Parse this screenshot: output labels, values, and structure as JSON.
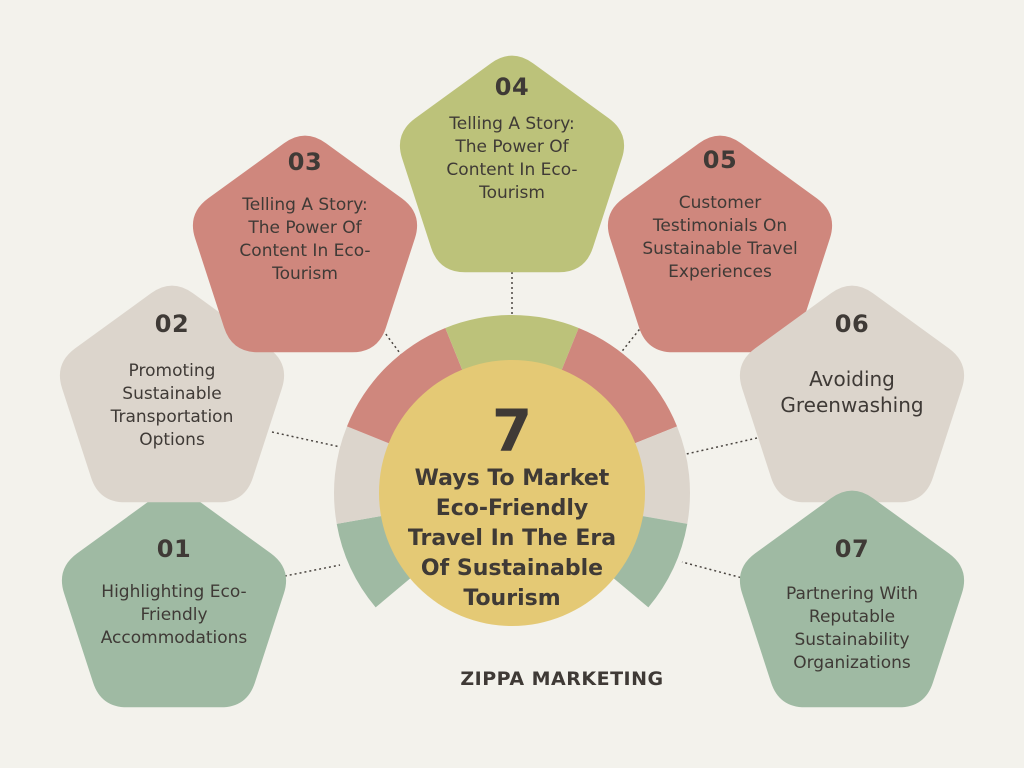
{
  "colors": {
    "background": "#f3f2ec",
    "green": "#9fbaa3",
    "beige": "#dcd5cc",
    "red": "#cf877d",
    "olive": "#bcc27a",
    "center": "#e4c975",
    "text": "#3f3a36"
  },
  "center": {
    "number": "7",
    "title_lines": [
      "Ways To Market",
      "Eco-Friendly",
      "Travel In The Era",
      "Of Sustainable",
      "Tourism"
    ]
  },
  "brand": "ZIPPA MARKETING",
  "steps": [
    {
      "number": "01",
      "color": "green",
      "text_lines": [
        "Highlighting Eco-",
        "Friendly",
        "Accommodations"
      ]
    },
    {
      "number": "02",
      "color": "beige",
      "text_lines": [
        "Promoting",
        "Sustainable",
        "Transportation",
        "Options"
      ]
    },
    {
      "number": "03",
      "color": "red",
      "text_lines": [
        "Telling A Story:",
        "The Power Of",
        "Content In Eco-",
        "Tourism"
      ]
    },
    {
      "number": "04",
      "color": "olive",
      "text_lines": [
        "Telling A Story:",
        "The Power Of",
        "Content In Eco-",
        "Tourism"
      ]
    },
    {
      "number": "05",
      "color": "red",
      "text_lines": [
        "Customer",
        "Testimonials On",
        "Sustainable Travel",
        "Experiences"
      ]
    },
    {
      "number": "06",
      "color": "beige",
      "text_lines": [
        "Avoiding",
        "Greenwashing"
      ]
    },
    {
      "number": "07",
      "color": "green",
      "text_lines": [
        "Partnering With",
        "Reputable",
        "Sustainability",
        "Organizations"
      ]
    }
  ]
}
